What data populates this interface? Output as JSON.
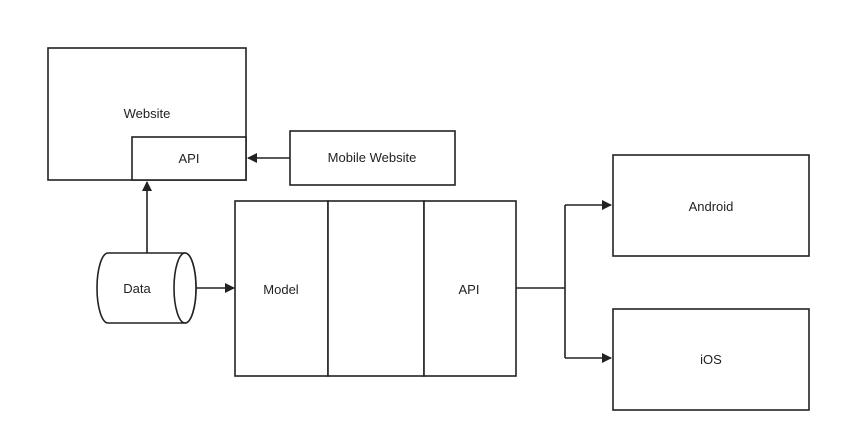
{
  "diagram": {
    "nodes": {
      "website": {
        "label": "Website"
      },
      "website_api": {
        "label": "API"
      },
      "mobile_website": {
        "label": "Mobile Website"
      },
      "data": {
        "label": "Data"
      },
      "model": {
        "label": "Model"
      },
      "middle": {
        "label": ""
      },
      "api": {
        "label": "API"
      },
      "android": {
        "label": "Android"
      },
      "ios": {
        "label": "iOS"
      }
    },
    "edges": [
      {
        "from": "mobile_website",
        "to": "website_api"
      },
      {
        "from": "data",
        "to": "website_api"
      },
      {
        "from": "data",
        "to": "model"
      },
      {
        "from": "api",
        "to": "android"
      },
      {
        "from": "api",
        "to": "ios"
      }
    ],
    "colors": {
      "stroke": "#222222",
      "fill": "#ffffff",
      "text": "#222222"
    }
  }
}
